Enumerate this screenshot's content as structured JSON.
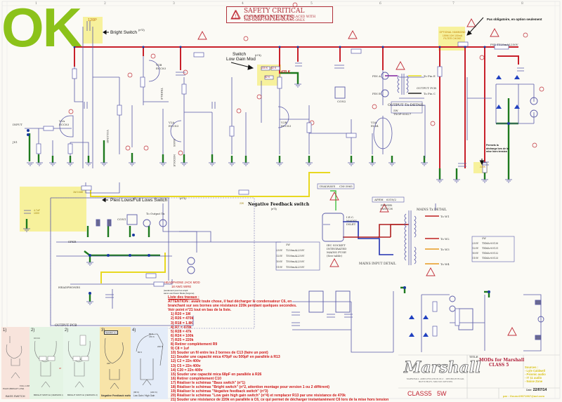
{
  "status_overlay": "OK",
  "safety_box": {
    "title": "SAFETY CRITICAL COMPONENTS",
    "line1": "COMPONENTS MUST BE REPLACED WITH",
    "line2": "THE SAME TYPE AND RATING ONLY."
  },
  "grid_columns": [
    "1",
    "2",
    "3",
    "4",
    "5",
    "6",
    "7",
    "8"
  ],
  "annotations": {
    "bright_switch": "Bright Switch",
    "bright_switch_ref": "(n°2)",
    "bright_cap": "120P",
    "low_gain_switch_l1": "Switch",
    "low_gain_switch_l2": "Low Gain Mod",
    "low_gain_ref": "(n°4)",
    "low_gain_r1": "220 K",
    "low_gain_r2": "82 K",
    "low_gain_r3": "82 K",
    "low_gain_r4": "470 K",
    "plexi_switch": "Plexi Lows/Full Lows Switch",
    "plexi_ref": "(n°1)",
    "plexi_cap": "4.7uF 100V",
    "plexi_res": "1M 0.6W",
    "neg_feedback": "Negative Feedback switch",
    "neg_feedback_ref": "(n°3)",
    "neg_feedback_res": "22K",
    "optional_note": "Pas obligatoire, en option seulement",
    "optional_choke": "OPTIONAL HAMMOND 159M 10H 100mA FILTER CHOKE",
    "discharge_note": "Permets la décharge lors de la mise hors tension",
    "discharge_res": "220K",
    "headphone_mod_l1": "HEADPHONE JACK MOD",
    "headphone_mod_l2": "18 AWG WIRE",
    "headphone_mod_l3": "(seulement pour les ampli",
    "headphone_mod_l4": "sans Low Power Mode (forgone)"
  },
  "schematic_labels": {
    "input": "INPUT",
    "j1": "JS1",
    "v1a": "V1A ECC83",
    "v1b": "V1B ECC83",
    "v2a": "V2A ECC83",
    "v2b": "V2B ECC83",
    "v3a": "V3A EL84",
    "output_tx": "OUTPUT Tx DETAIL",
    "output_tx_table": [
      "5W",
      "TXOP-00027"
    ],
    "output_pcb": "OUTPUT PCB",
    "pin_a": "PIN A",
    "pin_b": "PIN B",
    "to_pin_e": "To Pin E",
    "to_pin_c": "To Pin C",
    "fuse": "FS1 T125mAL250V",
    "mains_tx": "MAINS Tx DETAIL",
    "mains_input": "MAINS INPUT DETAIL",
    "iec_inlet": "I.E.C. MAINS INLET",
    "iec_socket": "IEC SOCKET INTEGRATED MAINS FUSE (See table)",
    "power_switch": "POWER SWITCH",
    "inalways": [
      "INALWAYS",
      "CM-3965"
    ],
    "apem": [
      "APEM",
      "6310/2"
    ],
    "to_w": [
      "To W1",
      "To W2",
      "To W3",
      "To W4"
    ],
    "speaker": "SPKR",
    "headphones": "HEADPHONES",
    "to_output_tx": "To Output Tx",
    "con1": "CON1",
    "con2": "CON2",
    "output_pcb_label": "OUTPUT PCB",
    "gnd": "GND",
    "gd": "GD",
    "ht_labels": [
      "HT1",
      "HT2",
      "HT3",
      "HT4"
    ],
    "controls": [
      "VOLUME",
      "TREBLE",
      "BASS",
      "MIDDLE"
    ],
    "pots": [
      "VR1 A1M",
      "VR2 B250K",
      "VR3 B20K",
      "VR4 A1M"
    ]
  },
  "fuse_table": {
    "header": [
      "",
      "5W"
    ],
    "rows": [
      [
        "230V",
        "T250mAL250V"
      ],
      [
        "120V",
        "T500mAL250V"
      ],
      [
        "100V",
        "T500mAL250V"
      ],
      [
        "110V",
        "T500mAL250V"
      ]
    ]
  },
  "mains_table": {
    "header": [
      "",
      "5W"
    ],
    "rows": [
      [
        "230V",
        "TXMA-00130"
      ],
      [
        "120V",
        "TXMA-00131"
      ],
      [
        "100V",
        "TXMA-00132"
      ],
      [
        "110V",
        "TXMA-00133"
      ]
    ]
  },
  "mods_list": {
    "title": "Liste des travaux :",
    "warning_l1": "ATTENTION : avant toute chose, il faut décharger le condensateur C6, en",
    "warning_l2": "branchant sur ses bornes une résistance 220k pendant quelques secondes.",
    "warning_l3": "Voir point n°21 tout en bas de la liste.",
    "items": [
      "1) R20 = 1M",
      "2) R26 = 470k",
      "3) R18 = 1.8K",
      "4) R7 = 470k",
      "5) R28 = 47k",
      "6) R24 = 100k",
      "7) R25 = 220k",
      "8) Retirer complètement R9",
      "9) C8 = 1uf",
      "10) Souder un fil entre les 2 bornes de C13 (faire un pont)",
      "11) Souder une capacité mica 470pF ou 500pF en parallèle à R13",
      "12) C2 = 22n 400v",
      "13) C5 = 22n 400v",
      "14) C20 = 22n 400v",
      "15) Souder une capacité mica 68pF en parallèle à R26",
      "16) Retirer complètement C10",
      "17) Réaliser le schémas \"Bass switch\" (n°1)",
      "18) Réaliser le schémas \"Bright switch\" (n°2, attention montage pour version 1 ou 2 différent)",
      "19) Réaliser le schémas \"Negative feedback switch\" (n°3)",
      "20) Réaliser le schémas \"Low gain high gain switch\" (n°4) et remplacer R13 par une résistance de 470k",
      "21) Souder une résistance de 220k en parallèle à C6, ce qui permet de décharger instantanément C6 lors de la mise hors tension"
    ]
  },
  "panels": [
    {
      "num": "1)",
      "caption": "BASS SWITCH",
      "sub": [
        "PLEXI (BRIGHT LOW)",
        "FULL LOWS"
      ],
      "color": "#f8e4dc"
    },
    {
      "num": "2)",
      "caption": "BRIGHT SWITCH (VERSION 1)",
      "sub": [
        "NORMAL (BRIGHT LOW)",
        "BRIGHT (CHAP. N°1 REGULAR)"
      ],
      "color": "#e4f4e4"
    },
    {
      "num": "2)",
      "caption": "BRIGHT SWITCH (VERSION 2)",
      "sub": [
        "NORMAL (BRIGHT LOW)",
        "BRIGHT (CHAP. N°1 REGULAR)"
      ],
      "color": "#e8f6ea"
    },
    {
      "num": "3)",
      "caption": "Negative Feedback switch",
      "sub": [
        "Speaker (+)",
        "22K"
      ],
      "color": "#f8e4a8"
    },
    {
      "num": "4)",
      "caption": "Low Gain / High Gain",
      "sub": [
        "(68 K)",
        "(220 K)"
      ],
      "color": "#e4ecf8"
    }
  ],
  "panel_values": {
    "p2_caps": [
      "120n",
      "120n"
    ],
    "p2_labels": [
      "C3 C4",
      "C5 C6"
    ],
    "or_label": "or",
    "p4_values": [
      "82 K",
      "470 K",
      "220 K",
      "82 K"
    ]
  },
  "title_block": {
    "title_label": "TITLE",
    "title_l1": "MODs for Marshall",
    "title_l2": "CLASS 5",
    "brand": "Marshall",
    "brand_sub": "MARSHALL AMPLIFICATION PLC · DENBIGH ROAD, BLETCHLEY, MILTON KEYNES",
    "sources_title": "Sources :",
    "sources": [
      "- Lyle Caldwell",
      "- Psionic audio",
      "- IT 11 audio",
      "- Noise Zone"
    ],
    "date_label": "Date:",
    "date": "22/07/14",
    "author": "par : Gounz15071967@aol.com",
    "model": "CLASS5",
    "power": "5W"
  },
  "colors": {
    "ht_rail": "#c8202a",
    "ground": "#1e7a1e",
    "wire": "#5a5aa8",
    "highlight": "#f6ee8c",
    "ok": "#8cc21a",
    "warning": "#c0303a"
  }
}
